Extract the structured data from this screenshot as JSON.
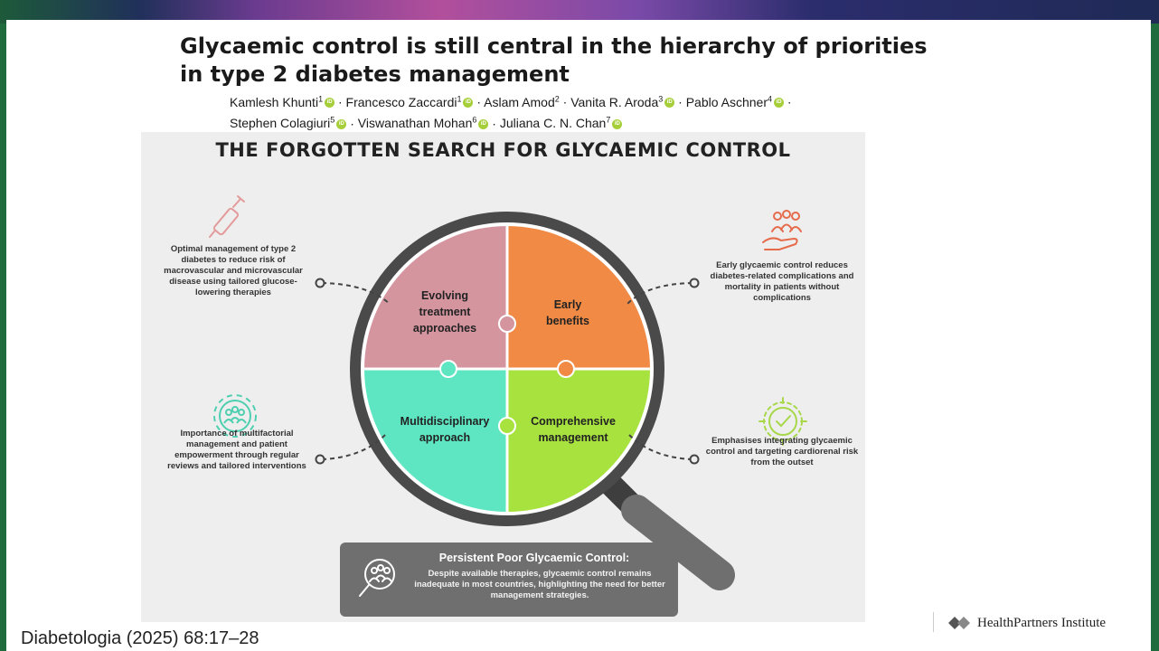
{
  "slide": {
    "title": "Glycaemic control is still central in the hierarchy of priorities in type 2 diabetes management",
    "authors": [
      {
        "name": "Kamlesh Khunti",
        "sup": "1"
      },
      {
        "name": "Francesco Zaccardi",
        "sup": "1"
      },
      {
        "name": "Aslam Amod",
        "sup": "2"
      },
      {
        "name": "Vanita R. Aroda",
        "sup": "3"
      },
      {
        "name": "Pablo Aschner",
        "sup": "4"
      },
      {
        "name": "Stephen Colagiuri",
        "sup": "5"
      },
      {
        "name": "Viswanathan Mohan",
        "sup": "6"
      },
      {
        "name": "Juliana C. N. Chan",
        "sup": "7"
      }
    ],
    "orcid_label": "iD",
    "citation": "Diabetologia (2025) 68:17–28",
    "logo": "HealthPartners Institute"
  },
  "figure": {
    "title": "THE FORGOTTEN SEARCH FOR GLYCAEMIC CONTROL",
    "quadrants": {
      "tl": "Evolving treatment approaches",
      "tr": "Early benefits",
      "bl": "Multidisciplinary approach",
      "br": "Comprehensive management"
    },
    "notes": {
      "tl": "Optimal management of type 2 diabetes to reduce risk of macrovascular and microvascular disease using tailored glucose-lowering therapies",
      "tr": "Early glycaemic control reduces diabetes-related complications and mortality in patients without complications",
      "bl": "Importance of multifactorial management and patient empowerment through regular reviews and tailored interventions",
      "br": "Emphasises integrating glycaemic control and targeting cardiorenal risk from the outset"
    },
    "banner": {
      "title": "Persistent Poor Glycaemic Control:",
      "text": "Despite available therapies, glycaemic control remains inadequate in most countries, highlighting the need for better management strategies."
    },
    "colors": {
      "tl": "#d4959f",
      "tr": "#f08a45",
      "bl": "#5ee6c2",
      "br": "#a8e23f",
      "rim": "#4a4a4a",
      "handle": "#6f6f6f"
    },
    "icons": {
      "tl": "pen-injector-icon",
      "tr": "hand-people-icon",
      "bl": "gear-people-icon",
      "br": "target-check-icon",
      "banner": "magnifier-people-icon",
      "logo": "healthpartners-logo-icon"
    }
  }
}
